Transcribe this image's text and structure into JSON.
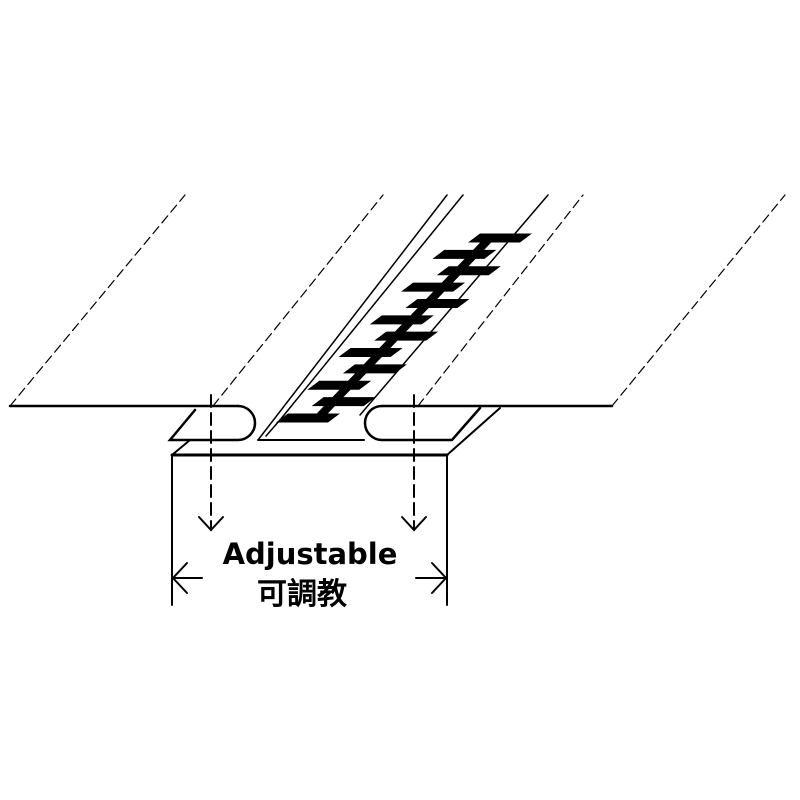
{
  "diagram": {
    "label_en": "Adjustable",
    "label_zh": "可調教",
    "tooth_count": 12,
    "colors": {
      "ink": "#000000",
      "background": "#ffffff"
    }
  }
}
